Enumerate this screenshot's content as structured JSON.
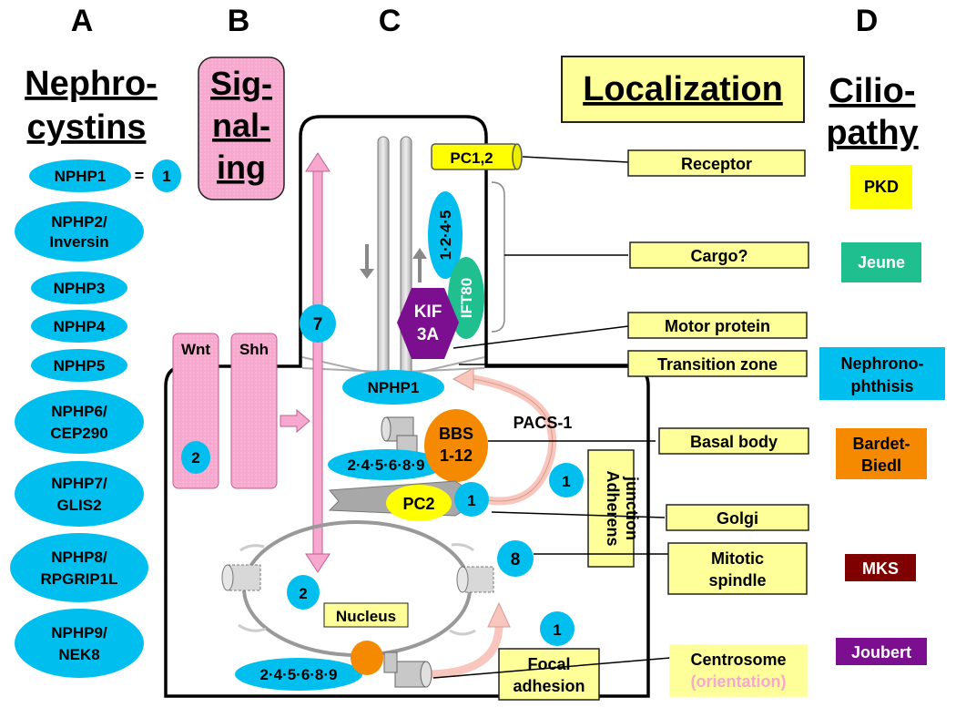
{
  "columns": {
    "a": "A",
    "b": "B",
    "c": "C",
    "d": "D"
  },
  "headings": {
    "nephrocystins": [
      "Nephro-",
      "cystins"
    ],
    "signaling": [
      "Sig-",
      "nal-",
      "ing"
    ],
    "localization": "Localization",
    "ciliopathy": [
      "Cilio-",
      "pathy"
    ]
  },
  "nephrocystins": {
    "nphp1": "NPHP1",
    "equals": "=",
    "one": "1",
    "nphp2": [
      "NPHP2/",
      "Inversin"
    ],
    "nphp3": "NPHP3",
    "nphp4": "NPHP4",
    "nphp5": "NPHP5",
    "nphp6": [
      "NPHP6/",
      "CEP290"
    ],
    "nphp7": [
      "NPHP7/",
      "GLIS2"
    ],
    "nphp8": [
      "NPHP8/",
      "RPGRIP1L"
    ],
    "nphp9": [
      "NPHP9/",
      "NEK8"
    ]
  },
  "signaling": {
    "wnt": "Wnt",
    "shh": "Shh",
    "wnt_num": "2",
    "arrow_num": "7",
    "nucleus_num": "2"
  },
  "cell": {
    "pc12": "PC1,2",
    "ift_group": "1·2·4·5",
    "kif3a": [
      "KIF",
      "3A"
    ],
    "ift80": "IFT80",
    "nphp1": "NPHP1",
    "pacs1": "PACS-1",
    "bbs": [
      "BBS",
      "1-12"
    ],
    "basal_group": "2·4·5·6·8·9",
    "pc2": "PC2",
    "pc2_num": "1",
    "junction_num": "1",
    "adherens": [
      "Adherens",
      "junction"
    ],
    "spindle_num": "8",
    "nucleus": "Nucleus",
    "focal_num": "1",
    "focal": [
      "Focal",
      "adhesion"
    ],
    "centro_group": "2·4·5·6·8·9"
  },
  "localization": {
    "receptor": "Receptor",
    "cargo": "Cargo?",
    "motor": "Motor protein",
    "transition": "Transition zone",
    "basal": "Basal body",
    "golgi": "Golgi",
    "mitotic": [
      "Mitotic",
      "spindle"
    ],
    "centrosome": "Centrosome",
    "orientation": "(orientation)"
  },
  "ciliopathy": {
    "pkd": "PKD",
    "jeune": "Jeune",
    "nephronophthisis": [
      "Nephrono-",
      "phthisis"
    ],
    "bardet": [
      "Bardet-",
      "Biedl"
    ],
    "mks": "MKS",
    "joubert": "Joubert"
  },
  "colors": {
    "cyan": "#00bfef",
    "pink": "#f7a8cf",
    "yellow_box": "#ffff99",
    "yellow": "#ffff00",
    "purple": "#7b0f8f",
    "green": "#1fbf8f",
    "orange": "#f58a00",
    "maroon": "#7f0000",
    "peach": "#f8c6bc"
  }
}
